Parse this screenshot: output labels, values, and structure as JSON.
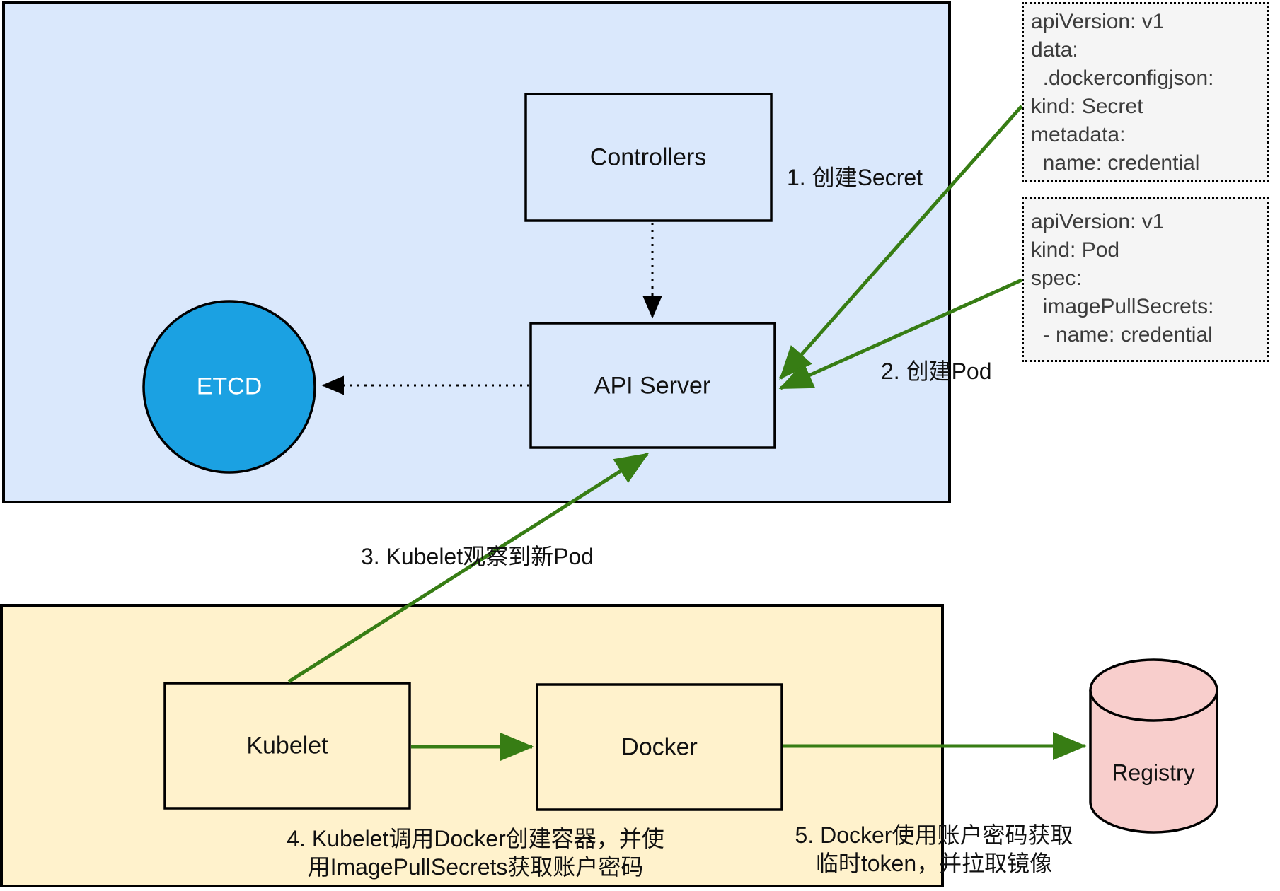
{
  "title": "Kubernetes imagePullSecrets workflow diagram",
  "nodes": {
    "controllers": "Controllers",
    "api_server": "API Server",
    "etcd": "ETCD",
    "kubelet": "Kubelet",
    "docker": "Docker",
    "registry": "Registry"
  },
  "labels": {
    "step1": "1. 创建Secret",
    "step2": "2. 创建Pod",
    "step3": "3. Kubelet观察到新Pod",
    "step4_line1": "4. Kubelet调用Docker创建容器，并使",
    "step4_line2": "用ImagePullSecrets获取账户密码",
    "step5_line1": "5. Docker使用账户密码获取",
    "step5_line2": "临时token，并拉取镜像"
  },
  "yaml_secret": {
    "lines": [
      "apiVersion: v1",
      "data:",
      "  .dockerconfigjson:",
      "kind: Secret",
      "metadata:",
      "  name: credential"
    ]
  },
  "yaml_pod": {
    "lines": [
      "apiVersion: v1",
      "kind: Pod",
      "spec:",
      "  imagePullSecrets:",
      "  - name: credential"
    ]
  },
  "colors": {
    "control_plane_bg": "#dae8fc",
    "node_box_blue": "#dae8fc",
    "worker_bg": "#fff2cc",
    "node_box_yellow": "#fff2cc",
    "etcd_fill": "#1ba1e2",
    "registry_fill": "#f8cecc",
    "arrow_green": "#377d14",
    "outline": "#000000",
    "code_box_bg": "#f5f5f5"
  }
}
